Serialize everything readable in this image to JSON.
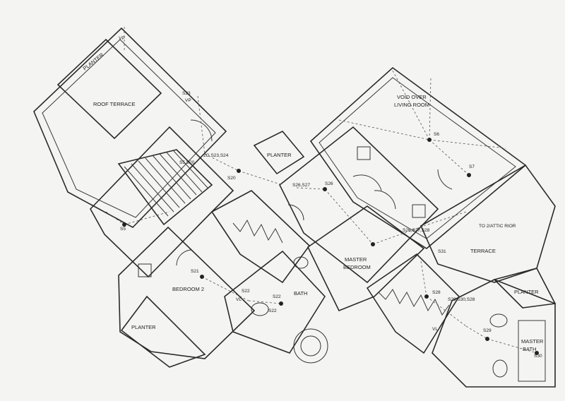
{
  "rooms": {
    "roof_terrace": "ROOF TERRACE",
    "planter_top": "PLANTER",
    "planter_mid": "PLANTER",
    "void": [
      "VOID OVER",
      "LIVING ROOM"
    ],
    "master_bedroom": [
      "MASTER",
      "BEDROOM"
    ],
    "bedroom2": "BEDROOM 2",
    "bath": "BATH",
    "terrace": "TERRACE",
    "planter_right": "PLANTER",
    "planter_left": "PLANTER",
    "master_bath": [
      "MASTER",
      "BATH"
    ]
  },
  "switch_tags": {
    "s23": "S23",
    "s5_s20": "S5,S20",
    "s23_s24": "2G S23,S24",
    "s26_s27": "S26,S27",
    "s26_s27_s28": "S26,S27,S28",
    "s29_s30_s28": "S29,S30,S28",
    "s22_a": "S22",
    "s22_b": "S22"
  },
  "fixtures": {
    "s5": "S5",
    "s20": "S20",
    "s6": "S6",
    "s7": "S7",
    "s26": "S26",
    "s21": "S21",
    "s22": "S22",
    "s28": "S28",
    "s29": "S29",
    "s30": "S30",
    "s31": "S31"
  },
  "annotations": {
    "vp_top": "VP",
    "vp_mid": "VP",
    "vl": "VL",
    "vl2": "VL",
    "terrace_note": "TO 2/ATTIC RIOR"
  }
}
